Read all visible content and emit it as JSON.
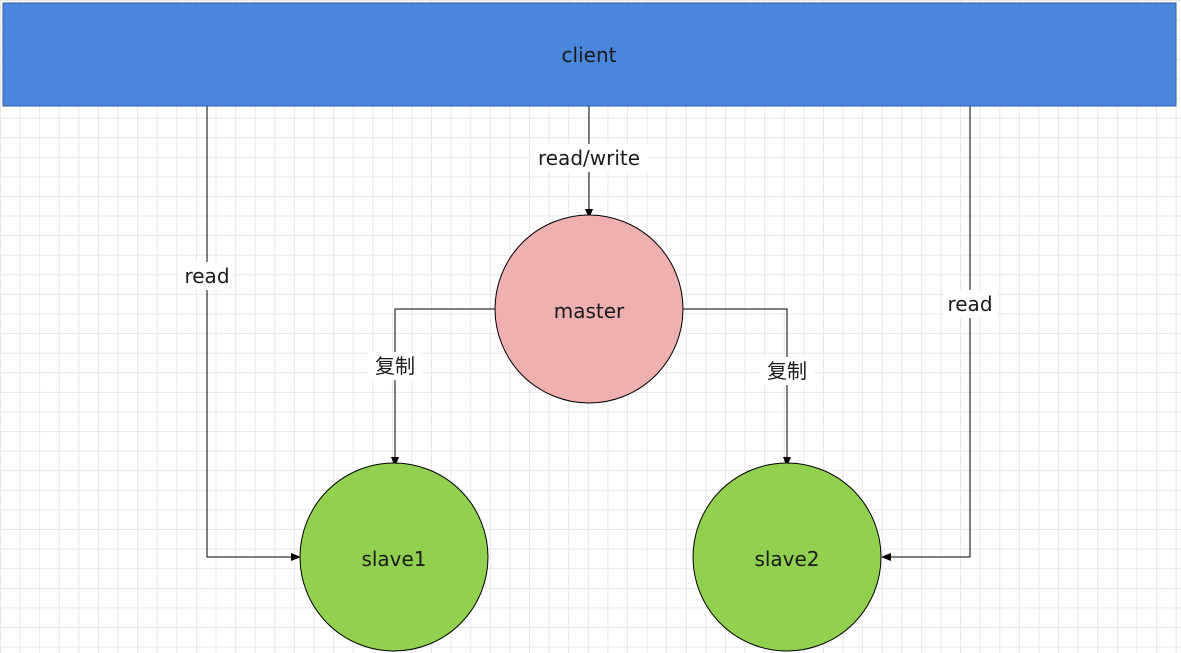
{
  "nodes": {
    "client": {
      "label": "client",
      "color": "#4a86dc"
    },
    "master": {
      "label": "master",
      "color": "#f0b0b0"
    },
    "slave1": {
      "label": "slave1",
      "color": "#92d050"
    },
    "slave2": {
      "label": "slave2",
      "color": "#92d050"
    }
  },
  "edges": {
    "client_to_master": "read/write",
    "client_to_slave1": "read",
    "client_to_slave2": "read",
    "master_to_slave1": "复制",
    "master_to_slave2": "复制"
  }
}
